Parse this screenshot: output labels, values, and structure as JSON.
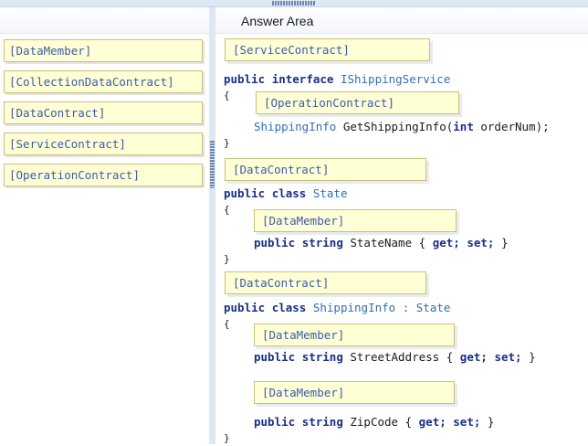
{
  "answer_area": {
    "title": "Answer Area"
  },
  "source_options": [
    {
      "label": "[DataMember]"
    },
    {
      "label": "[CollectionDataContract]"
    },
    {
      "label": "[DataContract]"
    },
    {
      "label": "[ServiceContract]"
    },
    {
      "label": "[OperationContract]"
    }
  ],
  "slots": [
    {
      "label": "[ServiceContract]"
    },
    {
      "label": "[OperationContract]"
    },
    {
      "label": "[DataContract]"
    },
    {
      "label": "[DataMember]"
    },
    {
      "label": "[DataContract]"
    },
    {
      "label": "[DataMember]"
    },
    {
      "label": "[DataMember]"
    }
  ],
  "code": {
    "kw_public": "public",
    "kw_interface": "interface",
    "kw_class": "class",
    "kw_string": "string",
    "kw_int": "int",
    "kw_get": "get;",
    "kw_set": "set;",
    "ishipping": "IShippingService",
    "shipping_info": "ShippingInfo",
    "get_method": "GetShippingInfo(",
    "param": "orderNum);",
    "state": "State",
    "colon": ":",
    "state_name": "StateName",
    "street_address": "StreetAddress",
    "zip_code": "ZipCode",
    "open_brace": "{",
    "close_brace": "}"
  }
}
